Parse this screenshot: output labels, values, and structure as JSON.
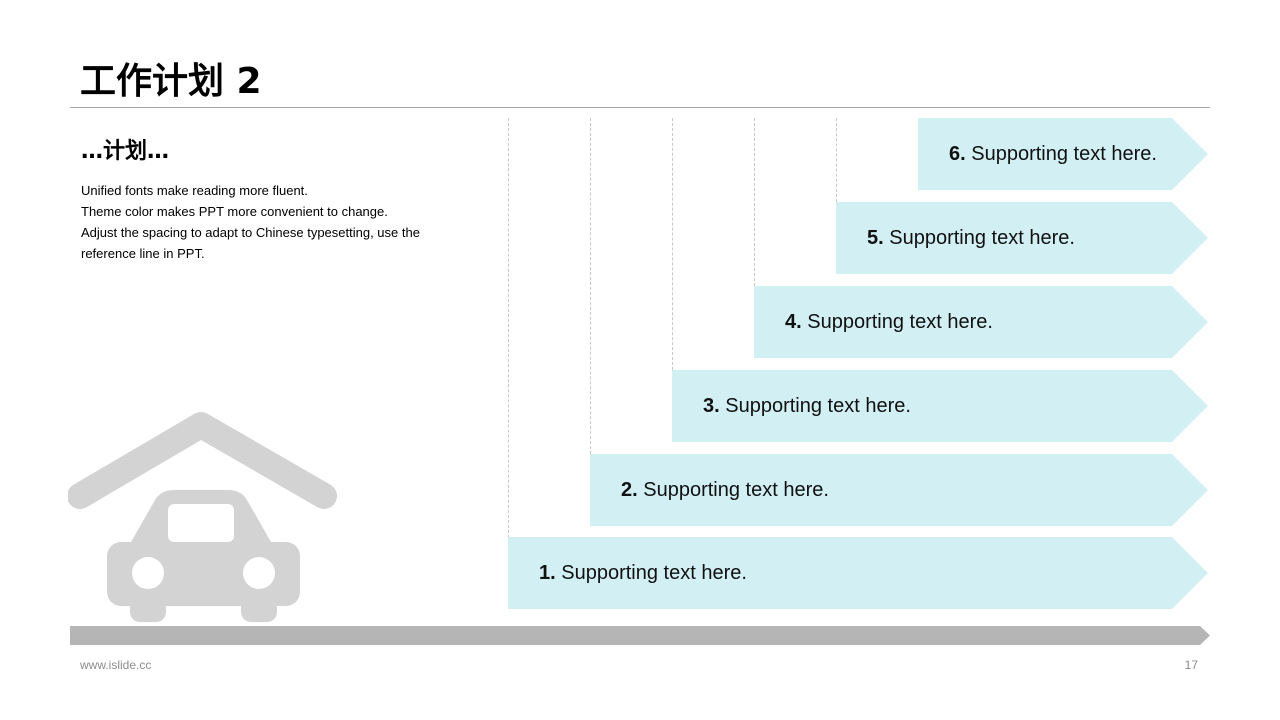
{
  "slide": {
    "title": "工作计划 2",
    "section_heading": "…计划…",
    "body_lines": [
      "Unified fonts make reading more fluent.",
      "Theme color makes PPT more convenient to change.",
      "Adjust the spacing to adapt to Chinese typesetting, use the",
      "reference line in PPT."
    ]
  },
  "steps": [
    {
      "number": "1.",
      "text": "Supporting text here."
    },
    {
      "number": "2.",
      "text": "Supporting text here."
    },
    {
      "number": "3.",
      "text": "Supporting text here."
    },
    {
      "number": "4.",
      "text": "Supporting text here."
    },
    {
      "number": "5.",
      "text": "Supporting text here."
    },
    {
      "number": "6.",
      "text": "Supporting text here."
    }
  ],
  "footer": {
    "url": "www.islide.cc",
    "page": "17"
  },
  "icons": {
    "illustration": "car-garage-icon"
  },
  "colors": {
    "step_fill": "#d2eff4",
    "icon_gray": "#d3d3d3",
    "bar_gray": "#b5b5b5"
  }
}
